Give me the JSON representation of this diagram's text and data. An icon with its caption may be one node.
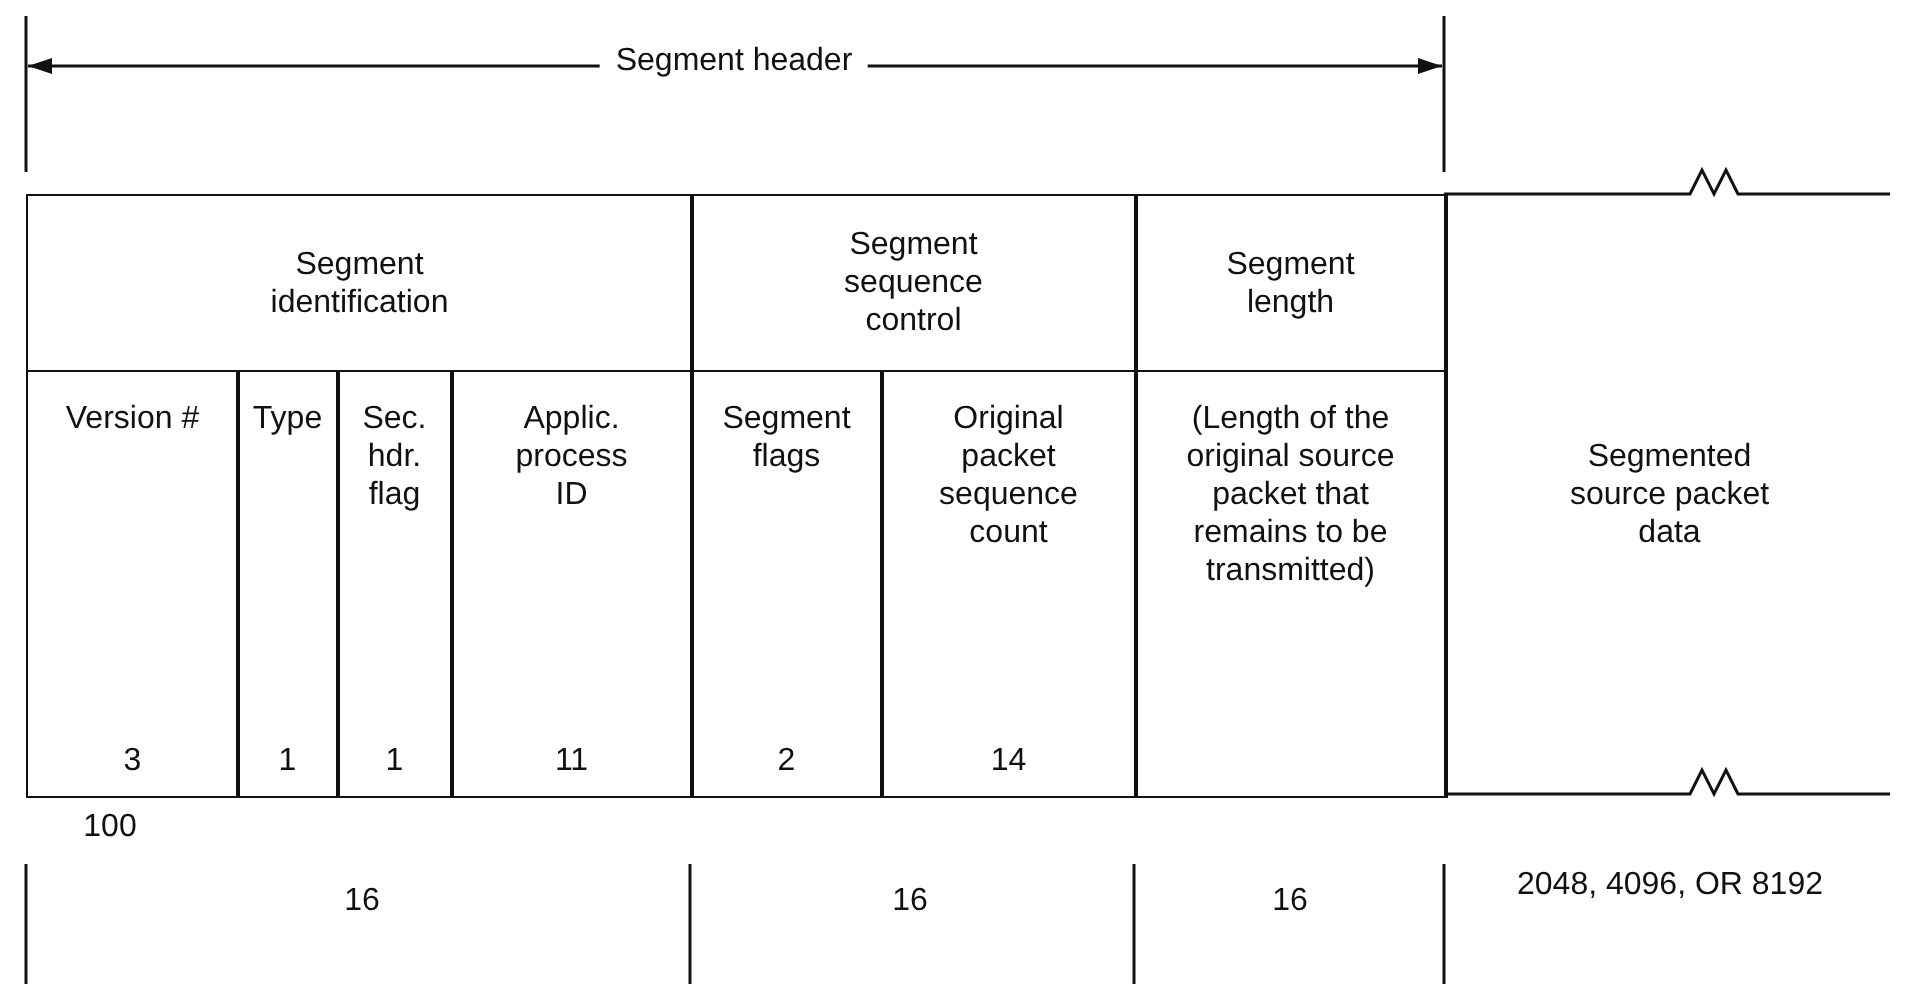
{
  "diagram": {
    "nodes": [
      {
        "text": [
          "Segment identification"
        ]
      },
      {
        "text": [
          "Segment sequence control"
        ]
      },
      {
        "text": [
          "Segment length"
        ]
      },
      {
        "text": [
          "Segmented source packet data"
        ]
      },
      {
        "text": [
          "Version #",
          "3"
        ]
      },
      {
        "text": [
          "Type",
          "1"
        ]
      },
      {
        "text": [
          "Sec. hdr. flag",
          "1"
        ]
      },
      {
        "text": [
          "Applic. process ID",
          "11"
        ]
      },
      {
        "text": [
          "Segment flags",
          "2"
        ]
      },
      {
        "text": [
          "Original packet sequence count",
          "14"
        ]
      },
      {
        "text": [
          "(Length of the original source packet that remains to be transmitted)"
        ]
      }
    ],
    "edges": [],
    "labels": [
      "Segment header",
      "100",
      "16",
      "16",
      "16",
      "2048, 4096, OR 8192"
    ]
  }
}
